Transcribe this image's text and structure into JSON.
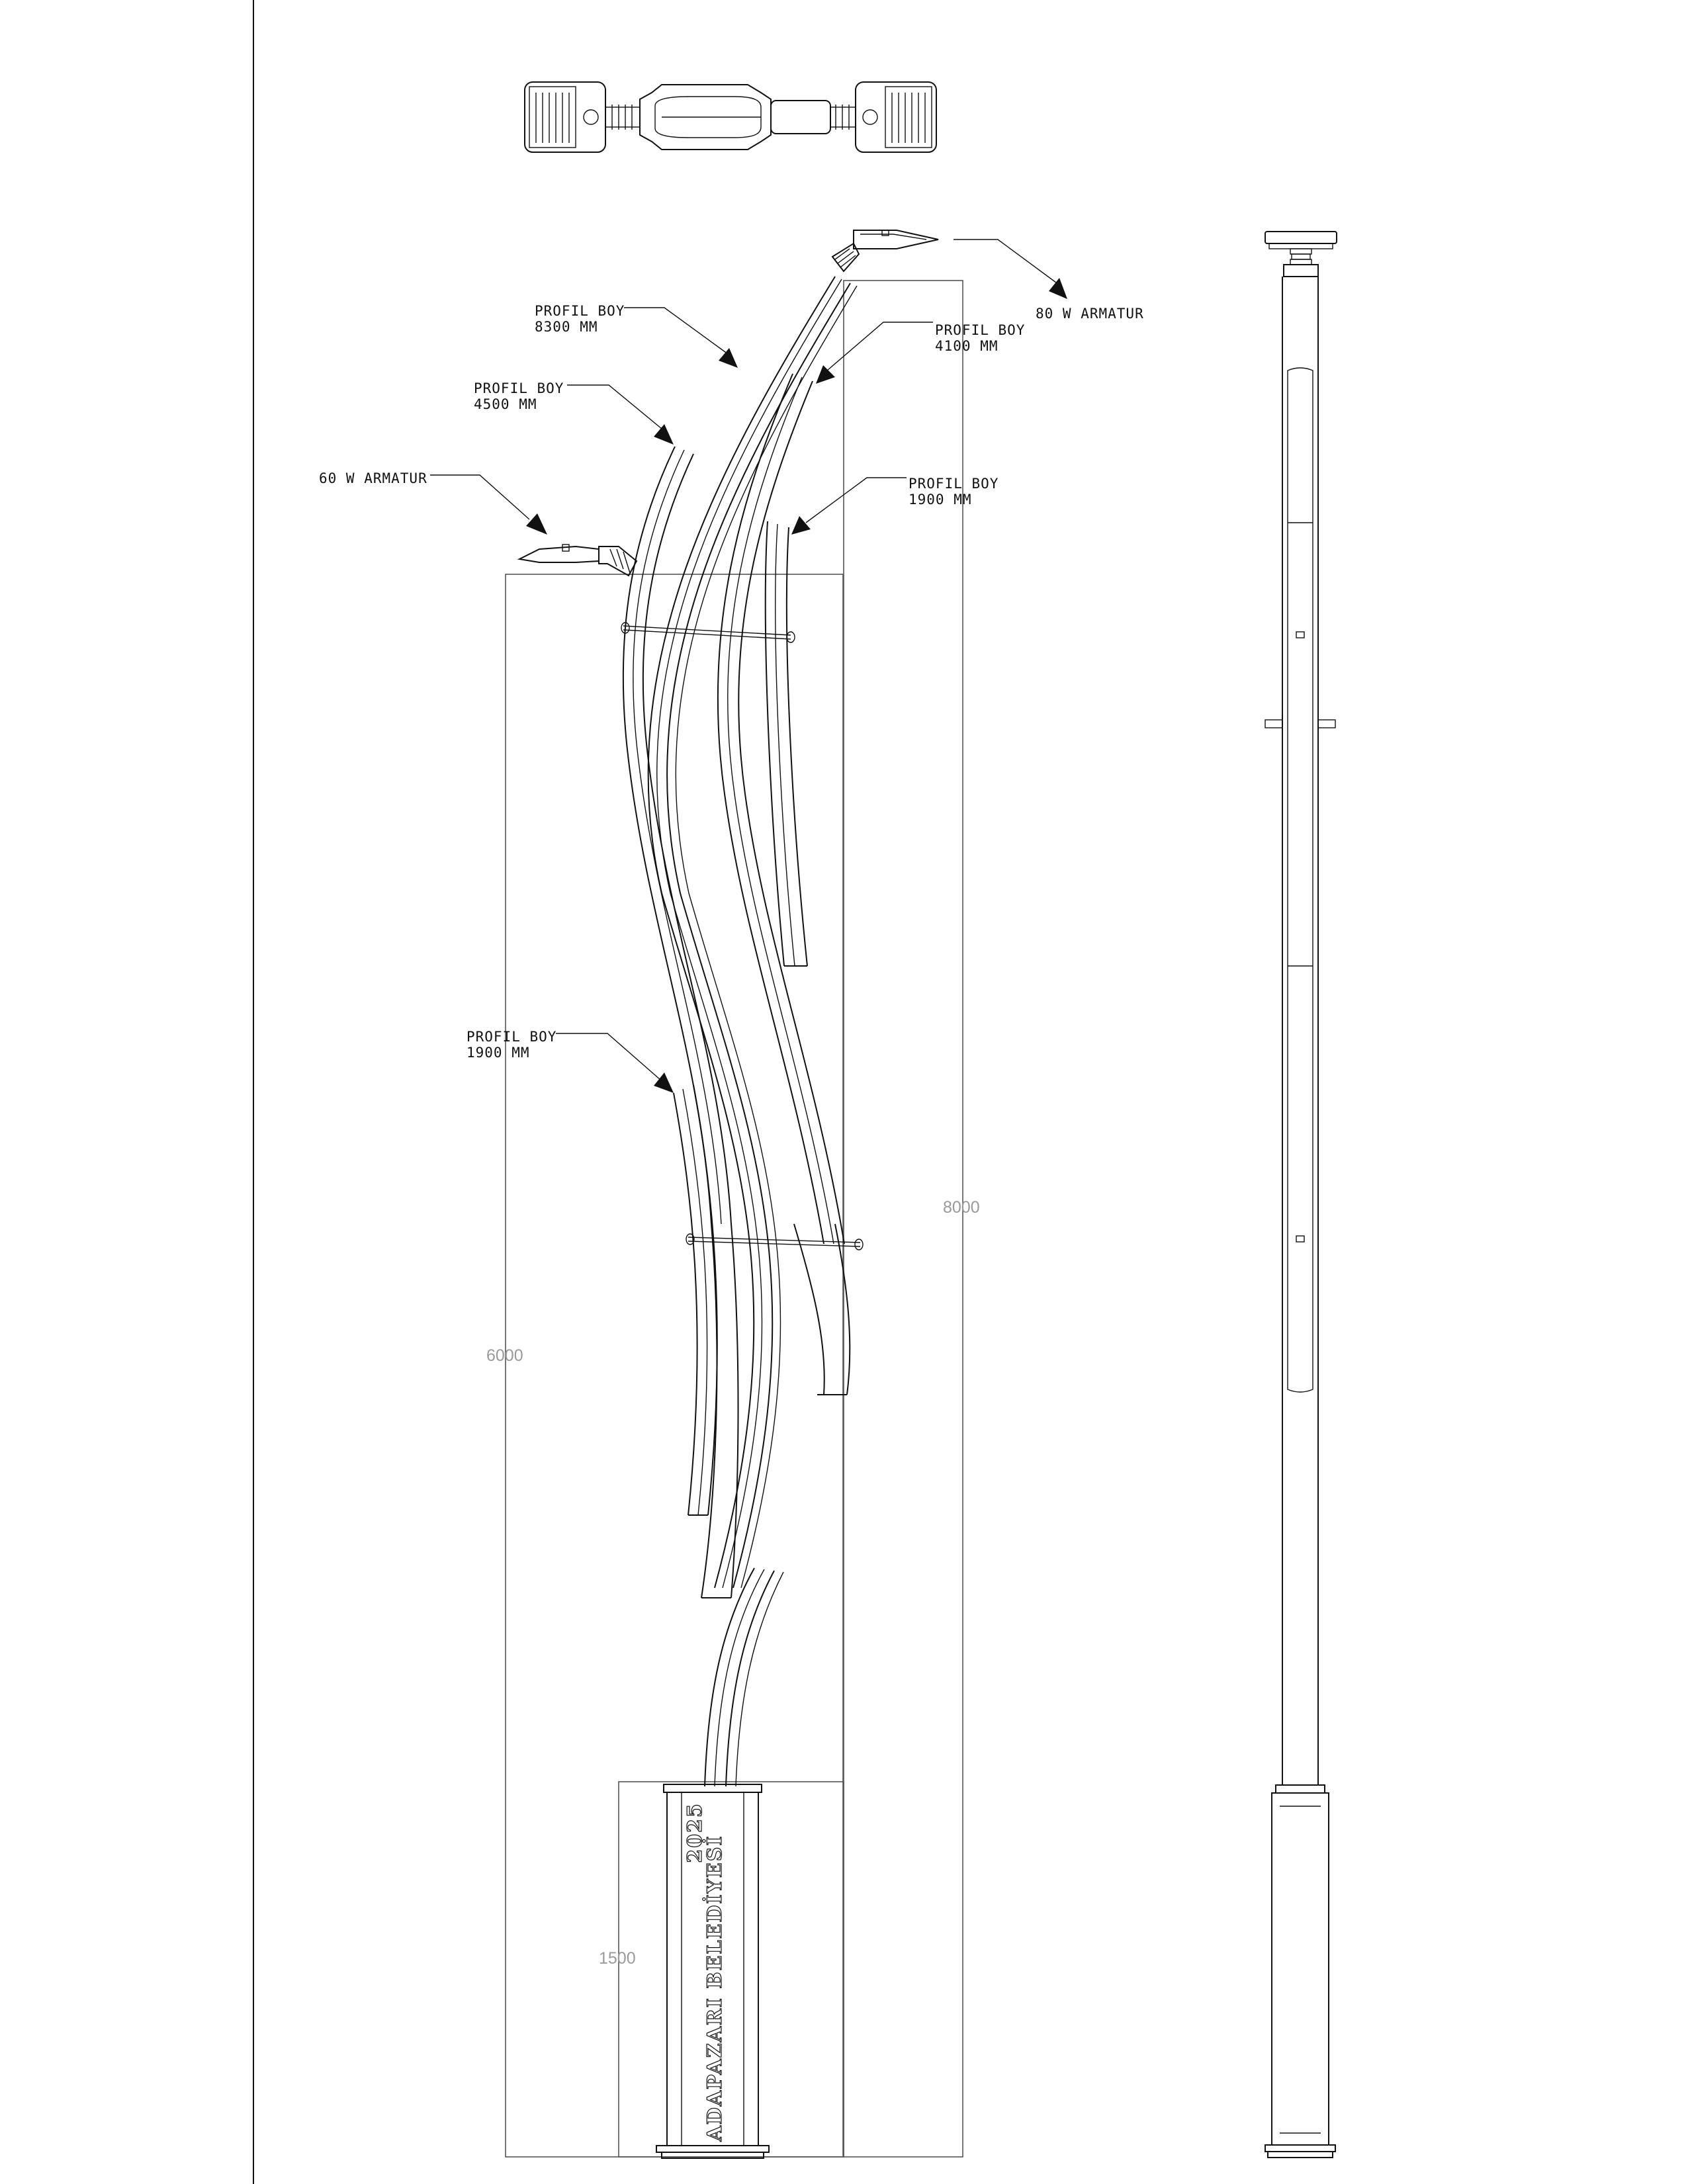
{
  "labels": {
    "profile_8300": {
      "title": "PROFIL BOY",
      "value": "8300 MM"
    },
    "profile_4500": {
      "title": "PROFIL BOY",
      "value": "4500 MM"
    },
    "profile_4100": {
      "title": "PROFIL BOY",
      "value": "4100 MM"
    },
    "profile_1900_upper": {
      "title": "PROFIL BOY",
      "value": "1900 MM"
    },
    "profile_1900_lower": {
      "title": "PROFIL BOY",
      "value": "1900 MM"
    },
    "armature_80w": "80 W ARMATUR",
    "armature_60w": "60 W ARMATUR"
  },
  "dimensions": {
    "total_height": "8000",
    "lower_light_height": "6000",
    "base_height": "1500"
  },
  "base_plate": {
    "year": "2025",
    "municipality": "ADAPAZARI BELEDİYESİ"
  }
}
